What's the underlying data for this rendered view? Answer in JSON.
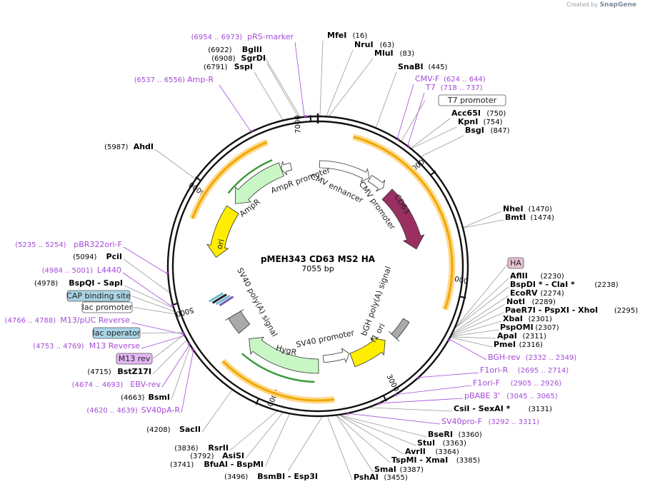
{
  "watermark": {
    "prefix": "Created by",
    "brand": "SnapGene"
  },
  "plasmid": {
    "name": "pMEH343 CD63 MS2 HA",
    "length": "7055 bp"
  },
  "ticks": [
    "1000",
    "2000",
    "3000",
    "4000",
    "5000",
    "6000",
    "7000"
  ],
  "features": [
    {
      "label": "CMV enhancer"
    },
    {
      "label": "CMV promoter"
    },
    {
      "label": "CD63",
      "color": "#9b2f62"
    },
    {
      "label": "bGH poly(A) signal"
    },
    {
      "label": "f1 ori",
      "color": "#ffee00"
    },
    {
      "label": "SV40 promoter"
    },
    {
      "label": "HygR",
      "color": "#c8f7c5"
    },
    {
      "label": "SV40 poly(A) signal"
    },
    {
      "label": "ori",
      "color": "#ffee00"
    },
    {
      "label": "AmpR",
      "color": "#c8f7c5"
    },
    {
      "label": "AmpR promoter"
    }
  ],
  "right_sites": [
    {
      "name": "MfeI",
      "pos": "(16)"
    },
    {
      "name": "NruI",
      "pos": "(63)"
    },
    {
      "name": "MluI",
      "pos": "(83)"
    },
    {
      "name": "SnaBI",
      "pos": "(445)"
    },
    {
      "name": "Acc65I",
      "pos": "(750)"
    },
    {
      "name": "KpnI",
      "pos": "(754)"
    },
    {
      "name": "BsgI",
      "pos": "(847)"
    },
    {
      "name": "NheI",
      "pos": "(1470)"
    },
    {
      "name": "BmtI",
      "pos": "(1474)"
    },
    {
      "name": "AflII",
      "pos": "(2230)"
    },
    {
      "name": "BspDI * - ClaI *",
      "pos": "(2238)"
    },
    {
      "name": "EcoRV",
      "pos": "(2274)"
    },
    {
      "name": "NotI",
      "pos": "(2289)"
    },
    {
      "name": "PaeR7I - PspXI - XhoI",
      "pos": "(2295)"
    },
    {
      "name": "XbaI",
      "pos": "(2301)"
    },
    {
      "name": "PspOMI",
      "pos": "(2307)"
    },
    {
      "name": "ApaI",
      "pos": "(2311)"
    },
    {
      "name": "PmeI",
      "pos": "(2316)"
    },
    {
      "name": "CsiI - SexAI *",
      "pos": "(3131)"
    },
    {
      "name": "BseRI",
      "pos": "(3360)"
    },
    {
      "name": "StuI",
      "pos": "(3363)"
    },
    {
      "name": "AvrII",
      "pos": "(3364)"
    },
    {
      "name": "TspMI - XmaI",
      "pos": "(3385)"
    },
    {
      "name": "SmaI",
      "pos": "(3387)"
    },
    {
      "name": "PshAI",
      "pos": "(3455)"
    }
  ],
  "left_sites": [
    {
      "name": "BglII",
      "pos": "(6922)"
    },
    {
      "name": "SgrDI",
      "pos": "(6908)"
    },
    {
      "name": "SspI",
      "pos": "(6791)"
    },
    {
      "name": "AhdI",
      "pos": "(5987)"
    },
    {
      "name": "PciI",
      "pos": "(5094)"
    },
    {
      "name": "BspQI - SapI",
      "pos": "(4978)"
    },
    {
      "name": "BstZ17I",
      "pos": "(4715)"
    },
    {
      "name": "BsmI",
      "pos": "(4663)"
    },
    {
      "name": "SacII",
      "pos": "(4208)"
    },
    {
      "name": "RsrII",
      "pos": "(3836)"
    },
    {
      "name": "AsiSI",
      "pos": "(3792)"
    },
    {
      "name": "BfuAI - BspMI",
      "pos": "(3741)"
    },
    {
      "name": "BsmBI - Esp3I",
      "pos": "(3496)"
    }
  ],
  "primers": [
    {
      "name": "pRS-marker",
      "range": "(6954 .. 6973)"
    },
    {
      "name": "Amp-R",
      "range": "(6537 .. 6556)"
    },
    {
      "name": "CMV-F",
      "range": "(624 .. 644)"
    },
    {
      "name": "T7",
      "range": "(718 .. 737)"
    },
    {
      "name": "pBR322ori-F",
      "range": "(5235 .. 5254)"
    },
    {
      "name": "L4440",
      "range": "(4984 .. 5001)"
    },
    {
      "name": "M13/pUC Reverse",
      "range": "(4766 .. 4788)"
    },
    {
      "name": "M13 Reverse",
      "range": "(4753 .. 4769)"
    },
    {
      "name": "EBV-rev",
      "range": "(4674 .. 4693)"
    },
    {
      "name": "SV40pA-R",
      "range": "(4620 .. 4639)"
    },
    {
      "name": "BGH-rev",
      "range": "(2332 .. 2349)"
    },
    {
      "name": "F1ori-R",
      "range": "(2695 .. 2714)"
    },
    {
      "name": "F1ori-F",
      "range": "(2905 .. 2926)"
    },
    {
      "name": "pBABE 3'",
      "range": "(3045 .. 3065)"
    },
    {
      "name": "SV40pro-F",
      "range": "(3292 .. 3311)"
    }
  ],
  "boxes": [
    {
      "label": "T7 promoter"
    },
    {
      "label": "HA"
    },
    {
      "label": "CAP binding site"
    },
    {
      "label": "lac promoter"
    },
    {
      "label": "lac operator"
    },
    {
      "label": "M13 rev"
    }
  ],
  "colors": {
    "backbone": "#111111",
    "primer": "#a44ad8",
    "orange_arc": "#f0a800",
    "site_line": "#9a9a9a",
    "cap_box": "#a9d4e6",
    "primer_box": "#e3b8f5",
    "ha_box": "#e9c3d6"
  }
}
